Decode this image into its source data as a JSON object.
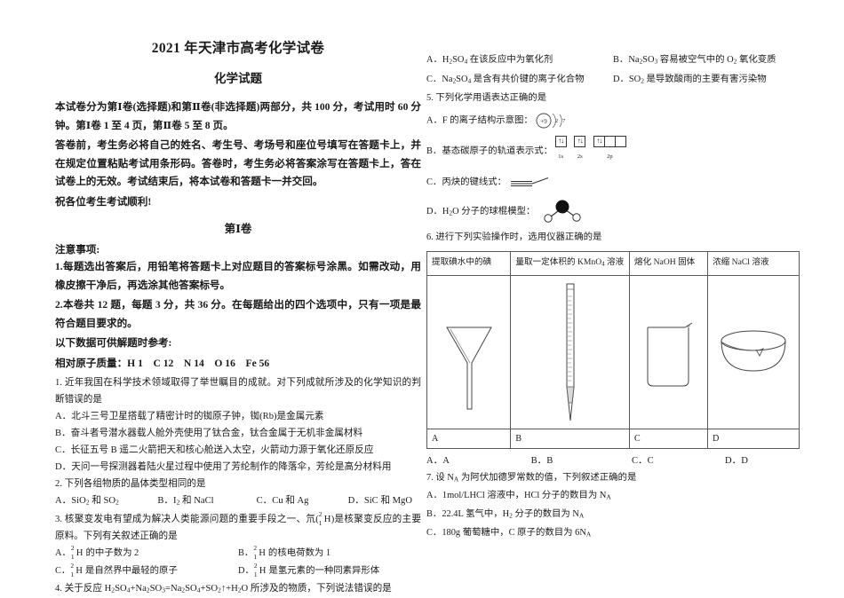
{
  "document": {
    "title": "2021 年天津市高考化学试卷",
    "subtitle": "化学试题"
  },
  "left_column": {
    "intro_paragraphs": [
      "本试卷分为第Ⅰ卷(选择题)和第Ⅱ卷(非选择题)两部分，共 100 分，考试用时 60 分钟。第Ⅰ卷 1 至 4 页，第Ⅱ卷 5 至 8 页。",
      "答卷前，考生务必将自己的姓名、考生号、考场号和座位号填写在答题卡上，并在规定位置粘贴考试用条形码。答卷时，考生务必将答案涂写在答题卡上，答在试卷上的无效。考试结束后，将本试卷和答题卡一并交回。",
      "祝各位考生考试顺利!"
    ],
    "section_heading": "第Ⅰ卷",
    "notice_heading": "注意事项:",
    "notice_items": [
      "1.每题选出答案后，用铅笔将答题卡上对应题目的答案标号涂黑。如需改动，用橡皮擦干净后，再选涂其他答案标号。",
      "2.本卷共 12 题，每题 3 分，共 36 分。在每题给出的四个选项中，只有一项是最符合题目要求的。"
    ],
    "data_note": "以下数据可供解题时参考:",
    "atomic_masses": "相对原子质量：H 1　C 12　N 14　O 16　Fe 56",
    "questions": [
      {
        "number": "1.",
        "stem": "近年我国在科学技术领域取得了举世瞩目的成就。对下列成就所涉及的化学知识的判断错误的是",
        "options_full": [
          "A．北斗三号卫星搭载了精密计时的铷原子钟，铷(Rb)是金属元素",
          "B．奋斗者号潜水器载人舱外壳使用了钛合金，钛合金属于无机非金属材料",
          "C．长征五号 B 遥二火箭把天和核心舱送入太空，火箭动力源于氧化还原反应",
          "D．天问一号探测器着陆火星过程中使用了芳纶制作的降落伞，芳纶是高分材料用"
        ]
      },
      {
        "number": "2.",
        "stem": "下列各组物质的晶体类型相同的是",
        "options_inline": [
          {
            "label": "A．",
            "formula_html": "SiO<sub>2</sub> 和 SO<sub>2</sub>"
          },
          {
            "label": "B．",
            "formula_html": "I<sub>2</sub> 和 NaCl"
          },
          {
            "label": "C．",
            "formula_html": "Cu 和 Ag"
          },
          {
            "label": "D．",
            "formula_html": "SiC 和 MgO"
          }
        ]
      },
      {
        "number": "3.",
        "stem_html": "核聚变发电有望成为解决人类能源问题的重要手段之一、氘(<iso>2,1,H</iso>)是核聚变反应的主要原料。下列有关叙述正确的是",
        "options_half_html": [
          "A．<iso>2,1,H</iso> 的中子数为 2",
          "B．<iso>2,1,H</iso> 的核电荷数为 1",
          "C．<iso>2,1,H</iso> 是自然界中最轻的原子",
          "D．<iso>2,1,H</iso> 是氢元素的一种同素异形体"
        ]
      },
      {
        "number": "4.",
        "stem_html": "关于反应 H<sub>2</sub>SO<sub>4</sub>+Na<sub>2</sub>SO<sub>3</sub>=Na<sub>2</sub>SO<sub>4</sub>+SO<sub>2</sub>↑+H<sub>2</sub>O 所涉及的物质，下列说法错误的是"
      }
    ]
  },
  "right_column": {
    "q4_options_html": [
      "A．H<sub>2</sub>SO<sub>4</sub> 在该反应中为氧化剂",
      "B．Na<sub>2</sub>SO<sub>3</sub> 容易被空气中的 O<sub>2</sub> 氧化变质",
      "C．Na<sub>2</sub>SO<sub>4</sub> 是含有共价键的离子化合物",
      "D．SO<sub>2</sub> 是导致酸雨的主要有害污染物"
    ],
    "q5": {
      "number": "5.",
      "stem": "下列化学用语表达正确的是",
      "option_a": "A．F 的离子结构示意图：",
      "option_b": "B．基态碳原子的轨道表示式：",
      "option_c": "C．丙炔的键线式：",
      "option_d_html": "D．H<sub>2</sub>O 分子的球棍模型："
    },
    "orbital_labels": [
      "1s",
      "2s",
      "2p"
    ],
    "ion_charge": "+9",
    "ion_shells": "2 7",
    "q6": {
      "number": "6.",
      "stem": "进行下列实验操作时，选用仪器正确的是"
    },
    "table": {
      "headers_html": [
        "提取碘水中的碘",
        "量取一定体积的 KMnO<sub>4</sub> 溶液",
        "熔化 NaOH 固体",
        "浓缩 NaCl 溶液"
      ],
      "figures": [
        "funnel",
        "burette",
        "beaker",
        "evaporating-dish"
      ],
      "labels": [
        "A",
        "B",
        "C",
        "D"
      ]
    },
    "q6_answer_options": [
      "A．A",
      "B．B",
      "C．C",
      "D．D"
    ],
    "q7": {
      "number": "7.",
      "stem_html": "设 N<sub>A</sub> 为阿伏加德罗常数的值，下列叙述正确的是",
      "options_html": [
        "A．1mol/LHCl 溶液中，HCl 分子的数目为 N<sub>A</sub>",
        "B．22.4L 氢气中，H<sub>2</sub> 分子的数目为 N<sub>A</sub>",
        "C．180g 葡萄糖中，C 原子的数目为 6N<sub>A</sub>"
      ]
    }
  },
  "colors": {
    "text": "#1a1a1a",
    "table_border": "#5a5a5a",
    "figure_stroke": "#444444"
  }
}
